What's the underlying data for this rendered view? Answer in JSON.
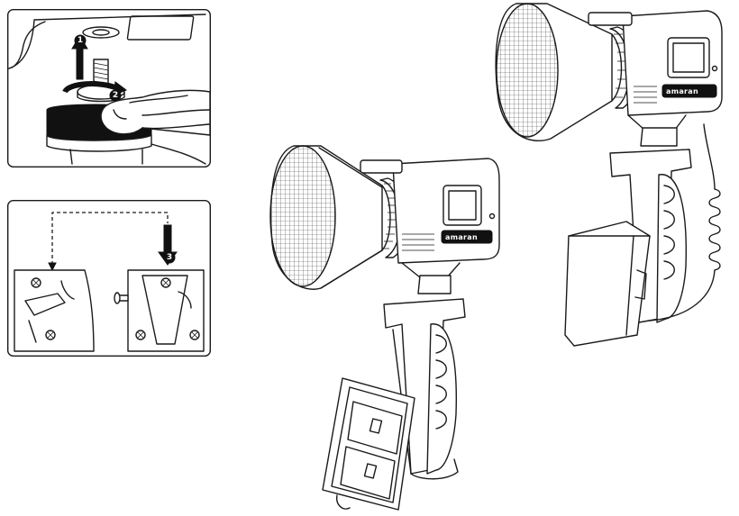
{
  "steps": [
    {
      "number": "1",
      "action": "lift up",
      "icon": "arrow-up-icon"
    },
    {
      "number": "2",
      "action": "rotate",
      "icon": "rotate-arrow-icon"
    },
    {
      "number": "3",
      "action": "insert down",
      "icon": "arrow-down-icon"
    }
  ],
  "brand_label": "amaran",
  "colors": {
    "line": "#1a1a1a",
    "background": "#ffffff",
    "step_badge": "#111111"
  }
}
